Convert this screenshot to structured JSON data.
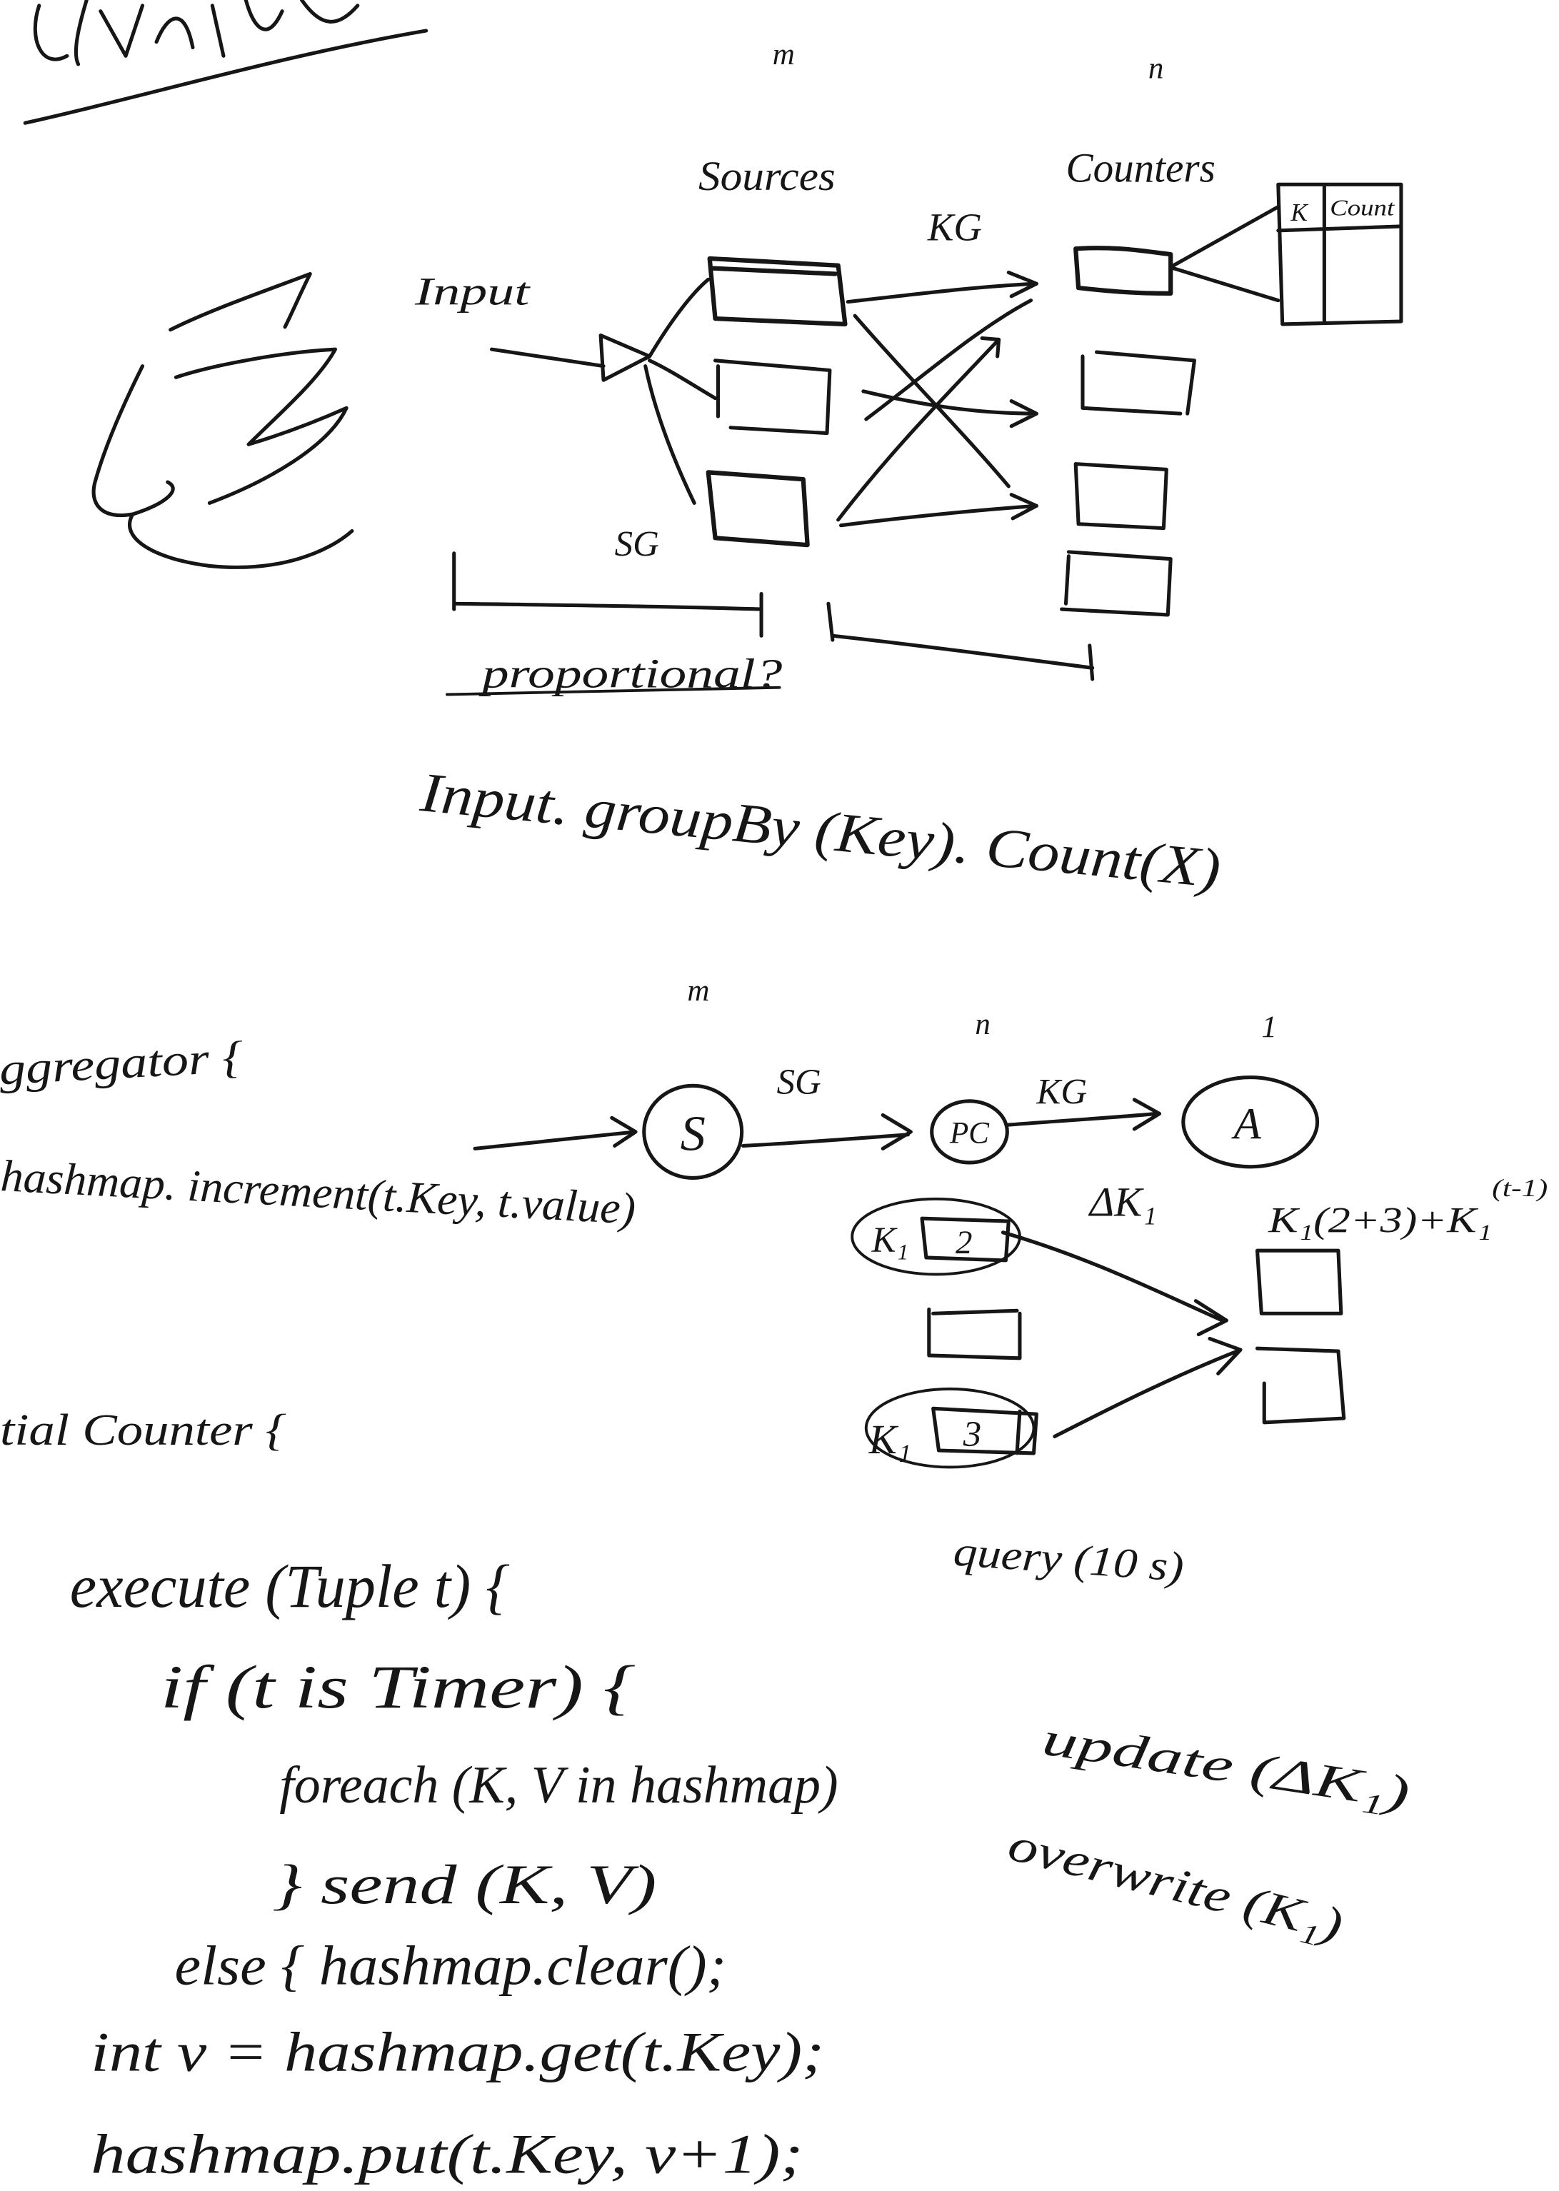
{
  "page": {
    "background": "#ffffff",
    "ink": "#161616"
  },
  "top_diagram": {
    "sources_multiplicity": "m",
    "counters_multiplicity": "n",
    "sources_label": "Sources",
    "counters_label": "Counters",
    "input_label": "Input",
    "kg_label": "KG",
    "sg_label": "SG",
    "table": {
      "key_header": "K",
      "count_header": "Count"
    },
    "bracket_note": "proportional?",
    "expression": "Input. groupBy (Key). Count(X)"
  },
  "bottom_diagram": {
    "source_multiplicity": "m",
    "partial_counter_multiplicity": "n",
    "aggregator_multiplicity": "1",
    "nodes": {
      "source": "S",
      "partial_counter": "PC",
      "aggregator": "A"
    },
    "edges": {
      "source_to_partial": "SG",
      "partial_to_aggregator": "KG"
    },
    "partial_1": {
      "key": "K₁",
      "value": "2"
    },
    "partial_2": {
      "key": "K₁",
      "value": "3"
    },
    "delta_label": "ΔK₁",
    "aggregate_label": "K₁(2+3)+K₁",
    "aggregate_superscript": "(t-1)",
    "query_label": "query (10 s)",
    "update_label": "update (ΔK₁)",
    "overwrite_label": "overwrite (K₁)"
  },
  "code": {
    "aggregator_header": "ggregator {",
    "aggregator_body": "hashmap. increment(t.Key, t.value)",
    "partial_counter_header": "tial Counter {",
    "lines": [
      "execute (Tuple t) {",
      "if (t is Timer) {",
      "foreach (K, V in hashmap)",
      "} send (K, V)",
      "else { hashmap.clear();",
      "int v = hashmap.get(t.Key);",
      "hashmap.put(t.Key, v+1);"
    ]
  }
}
